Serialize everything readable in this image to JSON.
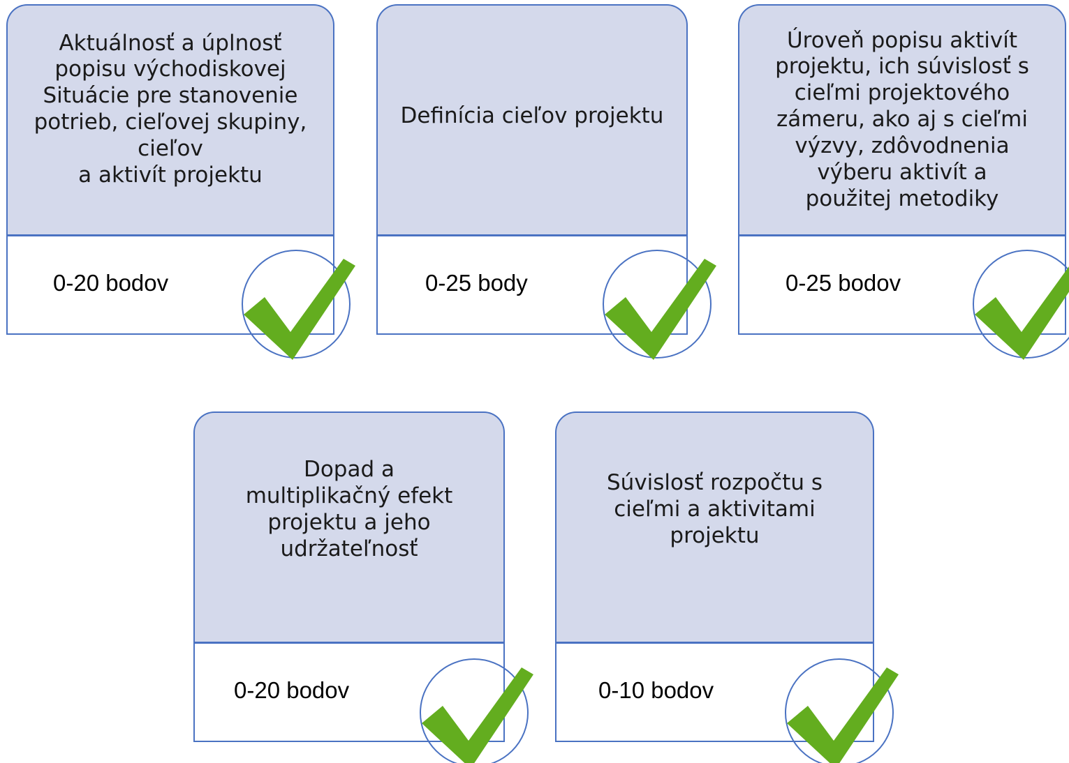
{
  "cards": [
    {
      "title": "Aktuálnosť a úplnosť\npopisu východiskovej\nSituácie pre  stanovenie\npotrieb, cieľovej skupiny,\ncieľov\na aktivít projektu",
      "points": "0-20 bodov",
      "check_icon": "checkmark-icon"
    },
    {
      "title": "Definícia cieľov projektu",
      "points": "0-25 body",
      "check_icon": "checkmark-icon"
    },
    {
      "title": "Úroveň popisu aktivít\nprojektu, ich súvislosť s\ncieľmi projektového\nzámeru, ako aj s cieľmi\nvýzvy, zdôvodnenia\nvýberu aktivít a\npoužitej metodiky",
      "points": "0-25 bodov",
      "check_icon": "checkmark-icon"
    },
    {
      "title": "Dopad a\nmultiplikačný efekt\nprojektu a jeho\nudržateľnosť",
      "points": "0-20 bodov",
      "check_icon": "checkmark-icon"
    },
    {
      "title": "Súvislosť rozpočtu s\ncieľmi a aktivitami\nprojektu",
      "points": "0-10 bodov",
      "check_icon": "checkmark-icon"
    }
  ],
  "colors": {
    "card_fill": "#d4d9eb",
    "border": "#4a72c2",
    "check_green": "#63ad1f"
  }
}
